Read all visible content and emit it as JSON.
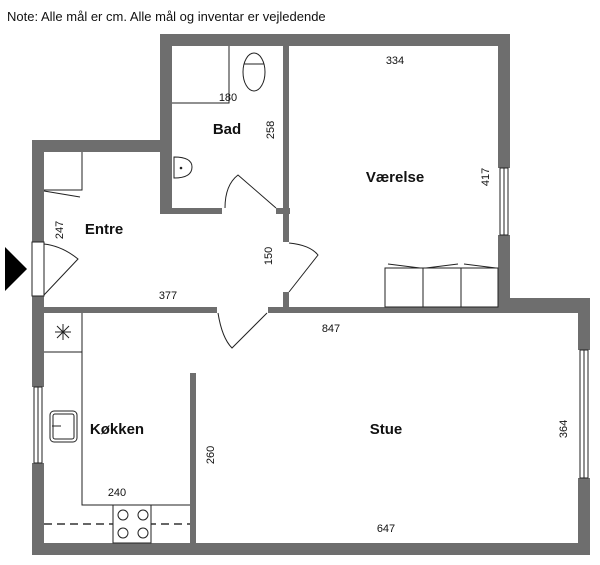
{
  "note": "Note: Alle mål er cm. Alle mål og inventar er vejledende",
  "rooms": {
    "bad": "Bad",
    "vaerelse": "Værelse",
    "entre": "Entre",
    "kokken": "Køkken",
    "stue": "Stue"
  },
  "dimensions": {
    "bad_width": "180",
    "bad_length": "258",
    "vaerelse_width": "334",
    "vaerelse_length": "417",
    "entre_length": "247",
    "entre_width": "377",
    "passage": "150",
    "overall_width": "847",
    "kokken_width": "240",
    "kokken_length": "260",
    "stue_width": "647",
    "stue_length": "364"
  },
  "colors": {
    "wall": "#6e6e6e",
    "line": "#222222"
  }
}
